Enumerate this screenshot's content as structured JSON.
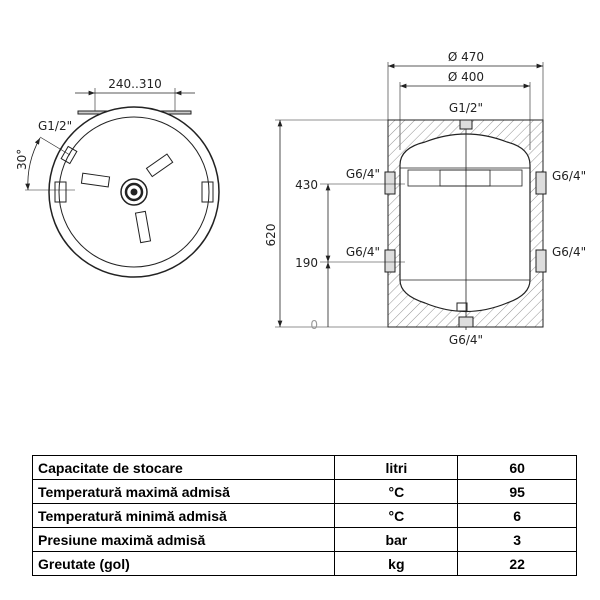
{
  "top_view": {
    "width_dim": "240..310",
    "connection": "G1/2\"",
    "angle": "30°"
  },
  "side_view": {
    "outer_diameter": "Ø 470",
    "inner_diameter": "Ø 400",
    "top_connection": "G1/2\"",
    "height": "620",
    "level_430": "430",
    "level_190": "190",
    "level_0": "0",
    "left_upper": "G6/4\"",
    "left_lower": "G6/4\"",
    "right_upper": "G6/4\"",
    "right_lower": "G6/4\"",
    "bottom_connection": "G6/4\""
  },
  "specs": [
    {
      "label": "Capacitate de stocare",
      "unit": "litri",
      "value": "60"
    },
    {
      "label": "Temperatură maximă admisă",
      "unit": "°C",
      "value": "95"
    },
    {
      "label": "Temperatură minimă admisă",
      "unit": "°C",
      "value": "6"
    },
    {
      "label": "Presiune maximă admisă",
      "unit": "bar",
      "value": "3"
    },
    {
      "label": "Greutate (gol)",
      "unit": "kg",
      "value": "22"
    }
  ]
}
